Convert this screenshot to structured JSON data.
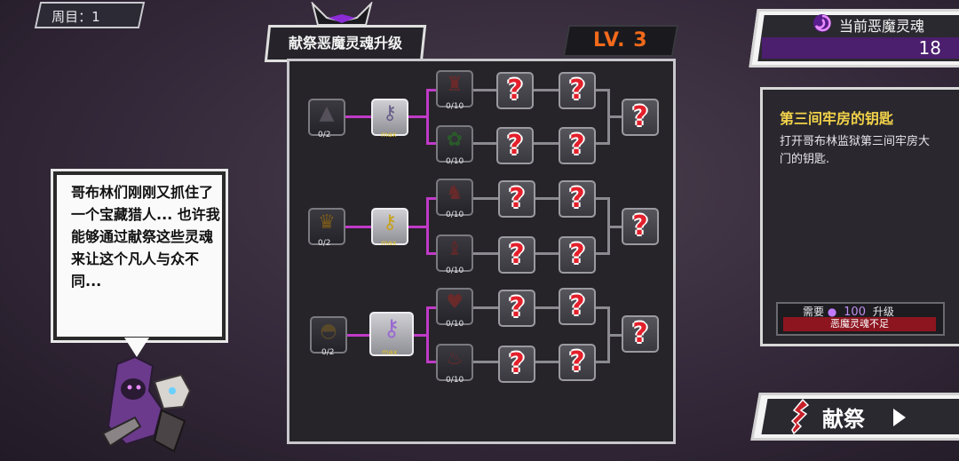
{
  "round": {
    "label": "周目：1"
  },
  "title": "献祭恶魔灵魂升级",
  "level": {
    "label": "LV. 3"
  },
  "souls": {
    "label": "当前恶魔灵魂",
    "value": "18",
    "icon": "soul-swirl-icon"
  },
  "speech": {
    "text": "哥布林们刚刚又抓住了一个宝藏猎人... 也许我能够通过献祭这些灵魂来让这个凡人与众不同..."
  },
  "tree": {
    "rows": [
      {
        "base_progress": "0/2",
        "key_badge": "max",
        "branch_a_progress": "0/10",
        "branch_b_progress": "0/10"
      },
      {
        "base_progress": "0/2",
        "key_badge": "max",
        "branch_a_progress": "0/10",
        "branch_b_progress": "0/10"
      },
      {
        "base_progress": "0/2",
        "key_badge": "max",
        "branch_a_progress": "0/10",
        "branch_b_progress": "0/10"
      }
    ]
  },
  "detail": {
    "title": "第三间牢房的钥匙",
    "description": "打开哥布林监狱第三间牢房大门的钥匙.",
    "require_prefix": "需要",
    "require_amount": "100",
    "require_suffix": "升级",
    "warning": "恶魔灵魂不足"
  },
  "sacrifice_button": {
    "label": "献祭"
  },
  "colors": {
    "accent_purple": "#4b1e6e",
    "question_red": "#e3202b",
    "level_orange": "#f26a1b",
    "title_gold": "#f2d24a"
  }
}
